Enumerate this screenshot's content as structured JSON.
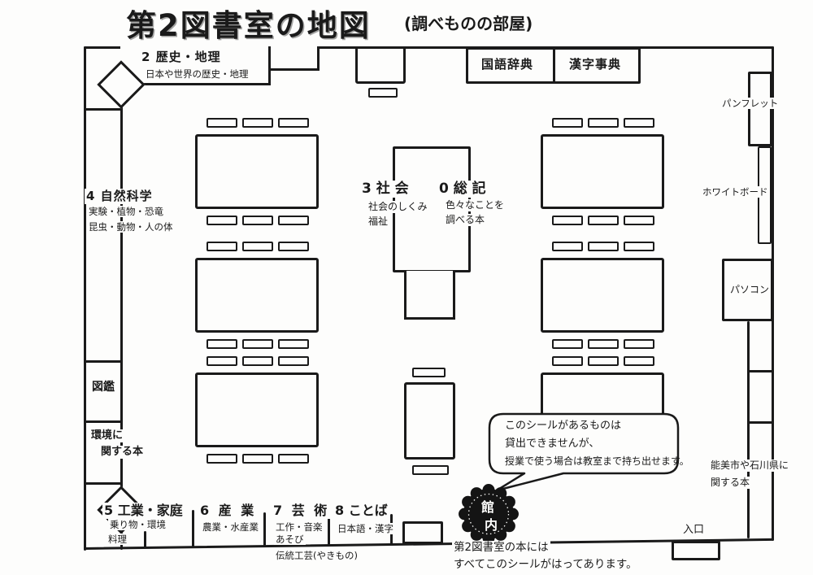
{
  "title": {
    "main": "第2図書室の地図",
    "sub": "(調べものの部屋)"
  },
  "top": {
    "history_title": "2 歴史・地理",
    "history_desc": "日本や世界の歴史・地理",
    "dict1": "国語辞典",
    "dict2": "漢字事典"
  },
  "left": {
    "science_title": "4 自然科学",
    "science_desc1": "実験・植物・恐竜",
    "science_desc2": "昆虫・動物・人の体",
    "zukan": "図鑑",
    "env_line1": "環境に",
    "env_line2": "関する本"
  },
  "center": {
    "social_title": "3 社 会",
    "social_desc1": "社会のしくみ",
    "social_desc2": "福祉",
    "general_title": "0 総 記",
    "general_desc1": "色々なことを",
    "general_desc2": "調べる本"
  },
  "right": {
    "pamphlet": "パンフレット",
    "whiteboard": "ホワイトボード",
    "pc": "パソコン",
    "local_line1": "能美市や石川県に",
    "local_line2": "関する本",
    "entrance": "入口"
  },
  "bottom": {
    "s5_title": "5 工業・家庭",
    "s5_desc1": "乗り物・環境",
    "s5_desc2": "料理",
    "s6_title": "6 産 業",
    "s6_desc1": "農業・水産業",
    "s7_title": "7 芸 術",
    "s7_desc1": "工作・音楽",
    "s7_desc2": "あそび",
    "s7_desc3": "伝統工芸(やきもの)",
    "s8_title": "8 ことば",
    "s8_desc1": "日本語・漢字"
  },
  "stamp": {
    "char1": "館",
    "char2": "内"
  },
  "bubble": {
    "line1": "このシールがあるものは",
    "line2": "貸出できませんが、",
    "line3": "授業で使う場合は教室まで持ち出せます。"
  },
  "note": {
    "line1": "第2図書室の本には",
    "line2": "すべてこのシールがはってあります。"
  },
  "colors": {
    "ink": "#1a1a1a",
    "paper": "#fdfdfc"
  }
}
